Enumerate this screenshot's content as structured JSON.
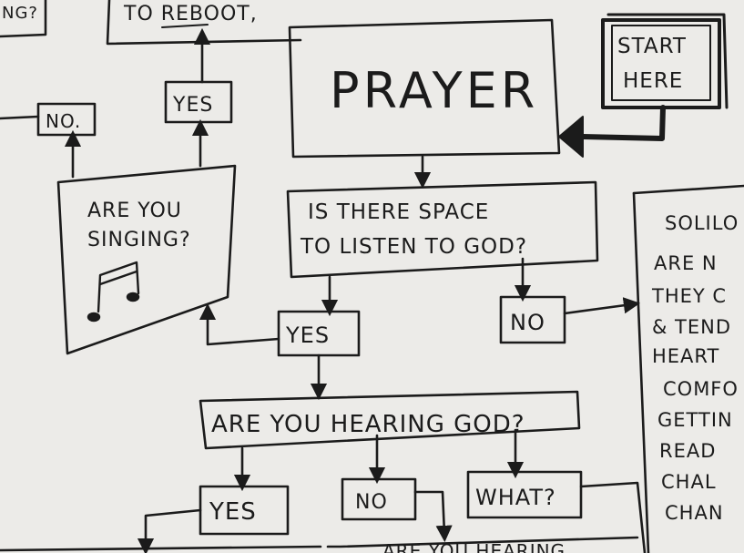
{
  "colors": {
    "paper": "#ecebe8",
    "ink": "#1b1b1b"
  },
  "nodes": {
    "top_left_fragment": "NG?",
    "top_box_fragment": "TO REBOOT,",
    "start": [
      "START",
      "HERE"
    ],
    "prayer": "PRAYER",
    "space_question": [
      "IS THERE SPACE",
      "TO LISTEN TO GOD?"
    ],
    "space_yes": "YES",
    "space_no": "NO",
    "singing_question": [
      "ARE YOU",
      "SINGING?"
    ],
    "singing_yes": "YES",
    "singing_no": "NO.",
    "hearing_question": "ARE YOU HEARING GOD?",
    "hearing_yes": "YES",
    "hearing_no": "NO",
    "hearing_what": "WHAT?",
    "bottom_fragment": "ARE YOU HEARING"
  },
  "side_note_lines": [
    "SOLILO",
    "ARE N",
    "THEY C",
    "& TEND",
    "HEART",
    "COMFO",
    "GETTIN",
    "READ",
    "CHAL",
    "CHAN"
  ]
}
